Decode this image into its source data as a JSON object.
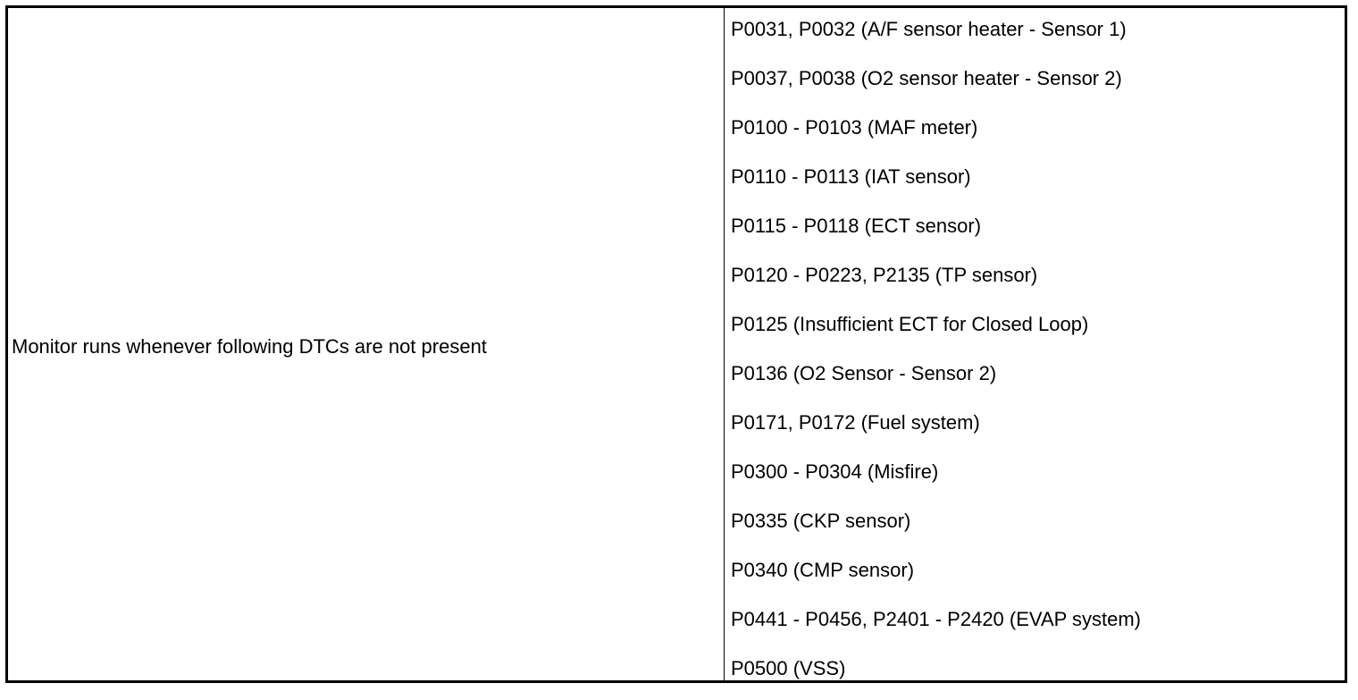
{
  "condition": "Monitor runs whenever following DTCs are not present",
  "dtcs": [
    "P0031, P0032 (A/F sensor heater - Sensor 1)",
    "P0037, P0038 (O2 sensor heater - Sensor 2)",
    "P0100 - P0103 (MAF meter)",
    "P0110 - P0113 (IAT sensor)",
    "P0115 - P0118 (ECT sensor)",
    "P0120 - P0223, P2135 (TP sensor)",
    "P0125 (Insufficient ECT for Closed Loop)",
    "P0136 (O2 Sensor - Sensor 2)",
    "P0171, P0172 (Fuel system)",
    "P0300 - P0304 (Misfire)",
    "P0335 (CKP sensor)",
    "P0340 (CMP sensor)",
    "P0441 - P0456, P2401 - P2420 (EVAP system)",
    "P0500 (VSS)"
  ]
}
